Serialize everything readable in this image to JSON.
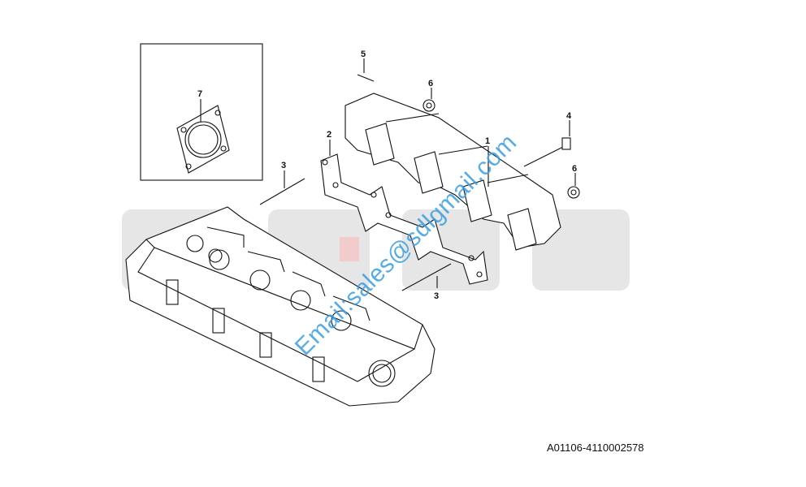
{
  "diagram": {
    "callouts": [
      {
        "id": "1",
        "label": "1"
      },
      {
        "id": "2",
        "label": "2"
      },
      {
        "id": "3a",
        "label": "3"
      },
      {
        "id": "3b",
        "label": "3"
      },
      {
        "id": "4",
        "label": "4"
      },
      {
        "id": "5",
        "label": "5"
      },
      {
        "id": "6a",
        "label": "6"
      },
      {
        "id": "6b",
        "label": "6"
      },
      {
        "id": "7",
        "label": "7"
      }
    ],
    "drawing_code": "A01106-4110002578",
    "watermark": "Email:sales@sdlgmail.com",
    "background_logo": "SDLG",
    "colors": {
      "watermark": "#3b9ee0",
      "logo_gray": "#e4e4e4",
      "logo_red": "#f2c8c8"
    }
  }
}
